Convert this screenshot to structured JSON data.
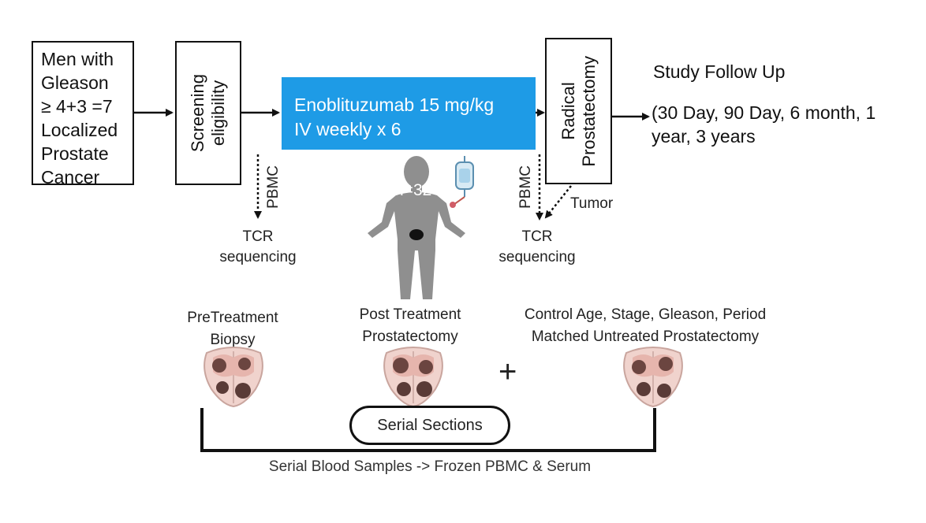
{
  "eligibility_box": {
    "lines": [
      "Men with",
      "Gleason",
      "≥ 4+3 =7",
      "Localized",
      "Prostate",
      "Cancer"
    ]
  },
  "screening_box": {
    "lines": [
      "Screening",
      "eligibility"
    ]
  },
  "drug_box": {
    "line1": "Enoblituzumab 15 mg/kg",
    "line2": "IV weekly x 6",
    "color": "#1e9be6"
  },
  "patient_count": "n=32",
  "surgery_box": {
    "lines": [
      "Radical",
      "Prostatectomy"
    ]
  },
  "follow_up": {
    "title": "Study Follow Up",
    "detail": "(30 Day, 90 Day, 6 month, 1 year, 3 years"
  },
  "pbmc_left": {
    "sample": "PBMC",
    "assay_line1": "TCR",
    "assay_line2": "sequencing"
  },
  "pbmc_right": {
    "sample": "PBMC",
    "assay_line1": "TCR",
    "assay_line2": "sequencing"
  },
  "tumor_label": "Tumor",
  "samples": {
    "pre": {
      "line1": "PreTreatment",
      "line2": "Biopsy"
    },
    "post": {
      "line1": "Post Treatment",
      "line2": "Prostatectomy"
    },
    "control": {
      "line1": "Control Age, Stage, Gleason, Period",
      "line2": "Matched Untreated Prostatectomy"
    },
    "plus": "+"
  },
  "serial_sections": "Serial Sections",
  "serial_blood": "Serial Blood Samples -> Frozen PBMC & Serum"
}
